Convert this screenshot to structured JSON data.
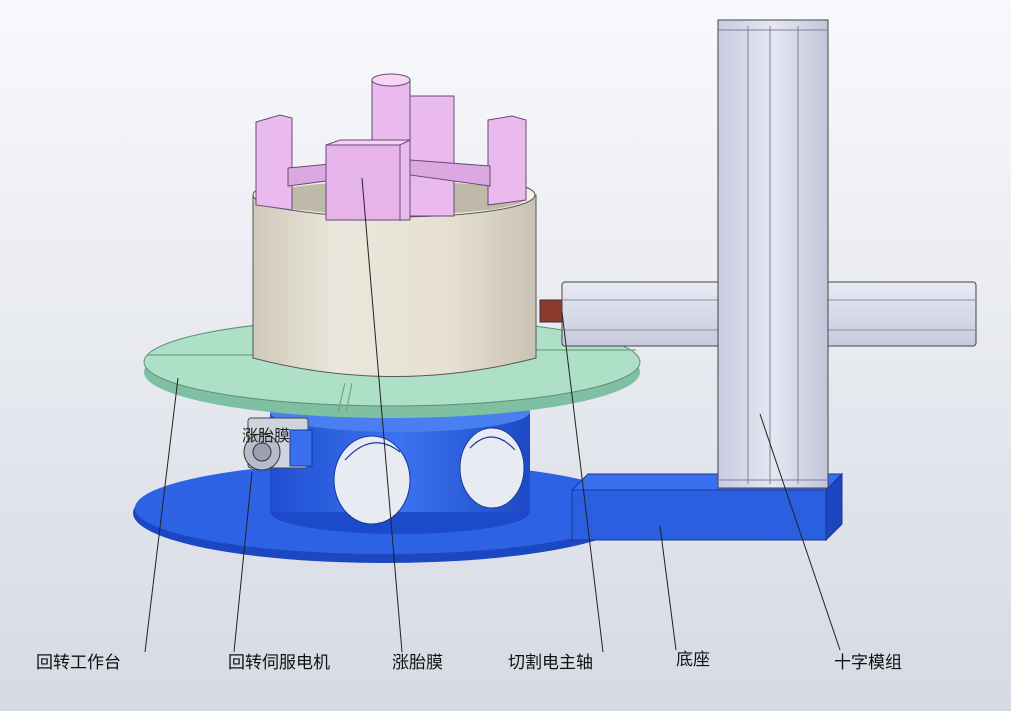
{
  "labels": {
    "rotary_table": "回转工作台",
    "servo_motor": "回转伺服电机",
    "expansion_membrane": "涨胎膜",
    "cutting_spindle": "切割电主轴",
    "base": "底座",
    "cross_module": "十字模组",
    "motor_overlay": "涨胎膜"
  },
  "colors": {
    "background_top": "#f7f8fb",
    "background_bottom": "#d7dbe4",
    "base_blue": "#2a5fe0",
    "table_green": "#a9dcc3",
    "drum": "#e3ddd0",
    "pink": "#e8b9ec",
    "rail": "#d9dbea",
    "leader": "#222222"
  }
}
